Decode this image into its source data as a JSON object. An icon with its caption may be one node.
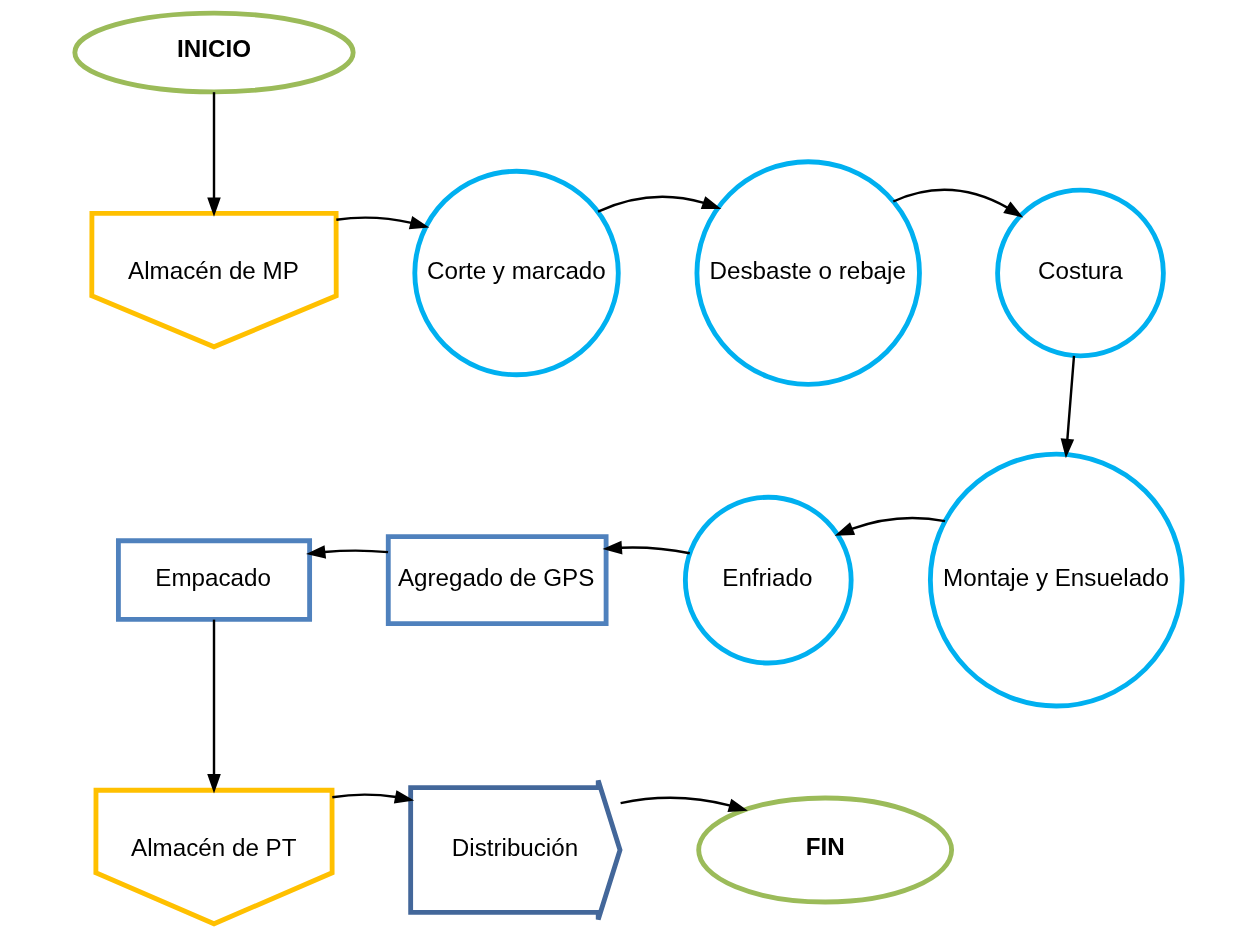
{
  "diagram": {
    "nodes": [
      {
        "text": [
          "INICIO"
        ]
      },
      {
        "text": [
          "Almacén de MP"
        ]
      },
      {
        "text": [
          "Corte y marcado"
        ]
      },
      {
        "text": [
          "Desbaste o rebaje"
        ]
      },
      {
        "text": [
          "Costura"
        ]
      },
      {
        "text": [
          "Montaje y Ensuelado"
        ]
      },
      {
        "text": [
          "Enfriado"
        ]
      },
      {
        "text": [
          "Agregado de GPS"
        ]
      },
      {
        "text": [
          "Empacado"
        ]
      },
      {
        "text": [
          "Almacén de PT"
        ]
      },
      {
        "text": [
          "Distribución"
        ]
      },
      {
        "text": [
          "FIN"
        ]
      }
    ],
    "edges": [
      {
        "from": 0,
        "to": 1,
        "arrow": "to"
      },
      {
        "from": 1,
        "to": 2,
        "arrow": "to"
      },
      {
        "from": 2,
        "to": 3,
        "arrow": "to"
      },
      {
        "from": 3,
        "to": 4,
        "arrow": "to"
      },
      {
        "from": 4,
        "to": 5,
        "arrow": "to"
      },
      {
        "from": 5,
        "to": 6,
        "arrow": "to"
      },
      {
        "from": 6,
        "to": 7,
        "arrow": "to"
      },
      {
        "from": 7,
        "to": 8,
        "arrow": "to"
      },
      {
        "from": 8,
        "to": 9,
        "arrow": "to"
      },
      {
        "from": 9,
        "to": 10,
        "arrow": "to"
      },
      {
        "from": 10,
        "to": 11,
        "arrow": "to"
      }
    ]
  }
}
